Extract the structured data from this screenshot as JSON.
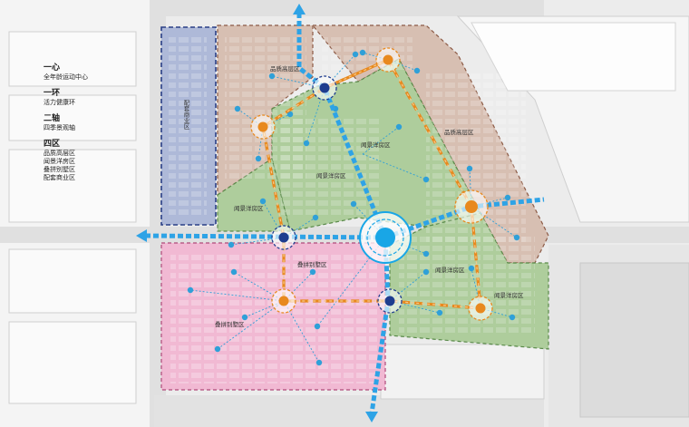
{
  "legend": {
    "groups": [
      {
        "title": "一心",
        "items": [
          "全年龄运动中心"
        ]
      },
      {
        "title": "一环",
        "items": [
          "活力健康环"
        ]
      },
      {
        "title": "二轴",
        "items": [
          "四季景观轴"
        ]
      },
      {
        "title": "四区",
        "items": [
          "品质高层区",
          "闻景洋房区",
          "叠拼别墅区",
          "配套商业区"
        ]
      }
    ]
  },
  "zones": {
    "commercial": {
      "label": "配套商业区",
      "color": "#5a73b8"
    },
    "highrise_nw": {
      "label": "品质高层区",
      "color": "#c8a090"
    },
    "highrise_ne": {
      "label": "品质高层区",
      "color": "#c8a090"
    },
    "yangfang_center": {
      "label": "闻景洋房区",
      "color": "#9cc28a"
    },
    "yangfang_west": {
      "label": "闻景洋房区",
      "color": "#9cc28a"
    },
    "yangfang_north": {
      "label": "闻景洋房区",
      "color": "#9cc28a"
    },
    "yangfang_south": {
      "label": "闻景洋房区",
      "color": "#9cc28a"
    },
    "yangfang_east": {
      "label": "闻景洋房区",
      "color": "#9cc28a"
    },
    "villa_north": {
      "label": "叠拼别墅区",
      "color": "#e8a0c0"
    },
    "villa_south": {
      "label": "叠拼别墅区",
      "color": "#e8a0c0"
    }
  },
  "colors": {
    "axis": "#2ea3e6",
    "ring": "#e8891e",
    "node": "#1f3d8f",
    "center": "#19a6e6",
    "leaf": "#2fa0d8"
  }
}
